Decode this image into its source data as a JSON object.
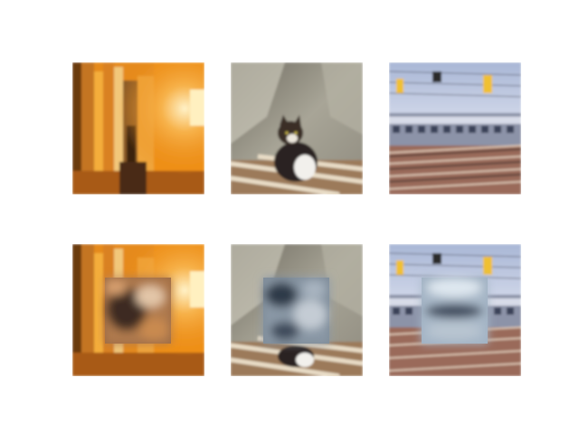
{
  "figure": {
    "background": "#ffffff",
    "rows": 2,
    "cols": 3,
    "panels": [
      {
        "scene": "hallway",
        "masked": false
      },
      {
        "scene": "cat-on-bench",
        "masked": false
      },
      {
        "scene": "train-station",
        "masked": false
      },
      {
        "scene": "hallway",
        "masked": true,
        "mask_type": "blurry-inpainted-patch"
      },
      {
        "scene": "cat-on-bench",
        "masked": true,
        "mask_type": "blurry-inpainted-patch"
      },
      {
        "scene": "train-station",
        "masked": true,
        "mask_type": "blurry-inpainted-patch"
      }
    ],
    "colors": {
      "hallway": "#e98a1a",
      "cat_scene": "#8d8a7c",
      "train_sky": "#b8c3dc",
      "train_tracks": "#9a6a5a",
      "patch_hallway": "#7a5a3c",
      "patch_cat": "#5e6f80",
      "patch_train": "#8ea0b4"
    }
  }
}
